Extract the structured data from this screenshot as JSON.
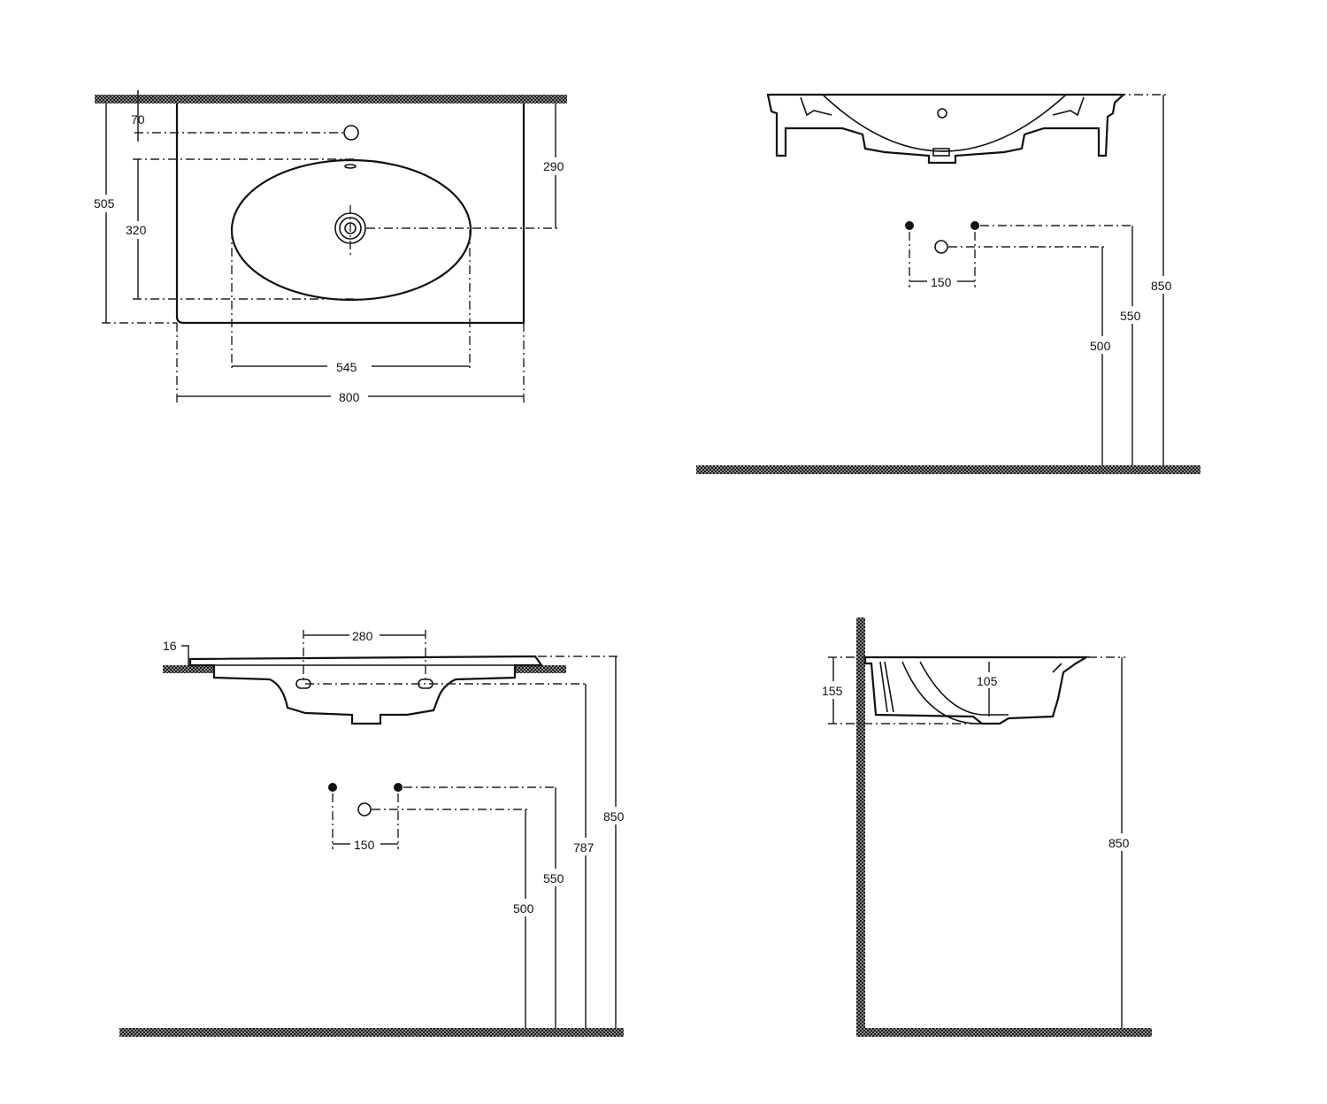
{
  "top_view": {
    "d70": "70",
    "d505": "505",
    "d320": "320",
    "d290": "290",
    "d545": "545",
    "d800": "800"
  },
  "front_view": {
    "d150": "150",
    "d500": "500",
    "d550": "550",
    "d850": "850"
  },
  "side_view_left": {
    "d16": "16",
    "d280": "280",
    "d150": "150",
    "d500": "500",
    "d550": "550",
    "d787": "787",
    "d850": "850"
  },
  "side_view_right": {
    "d155": "155",
    "d105": "105",
    "d850": "850"
  }
}
